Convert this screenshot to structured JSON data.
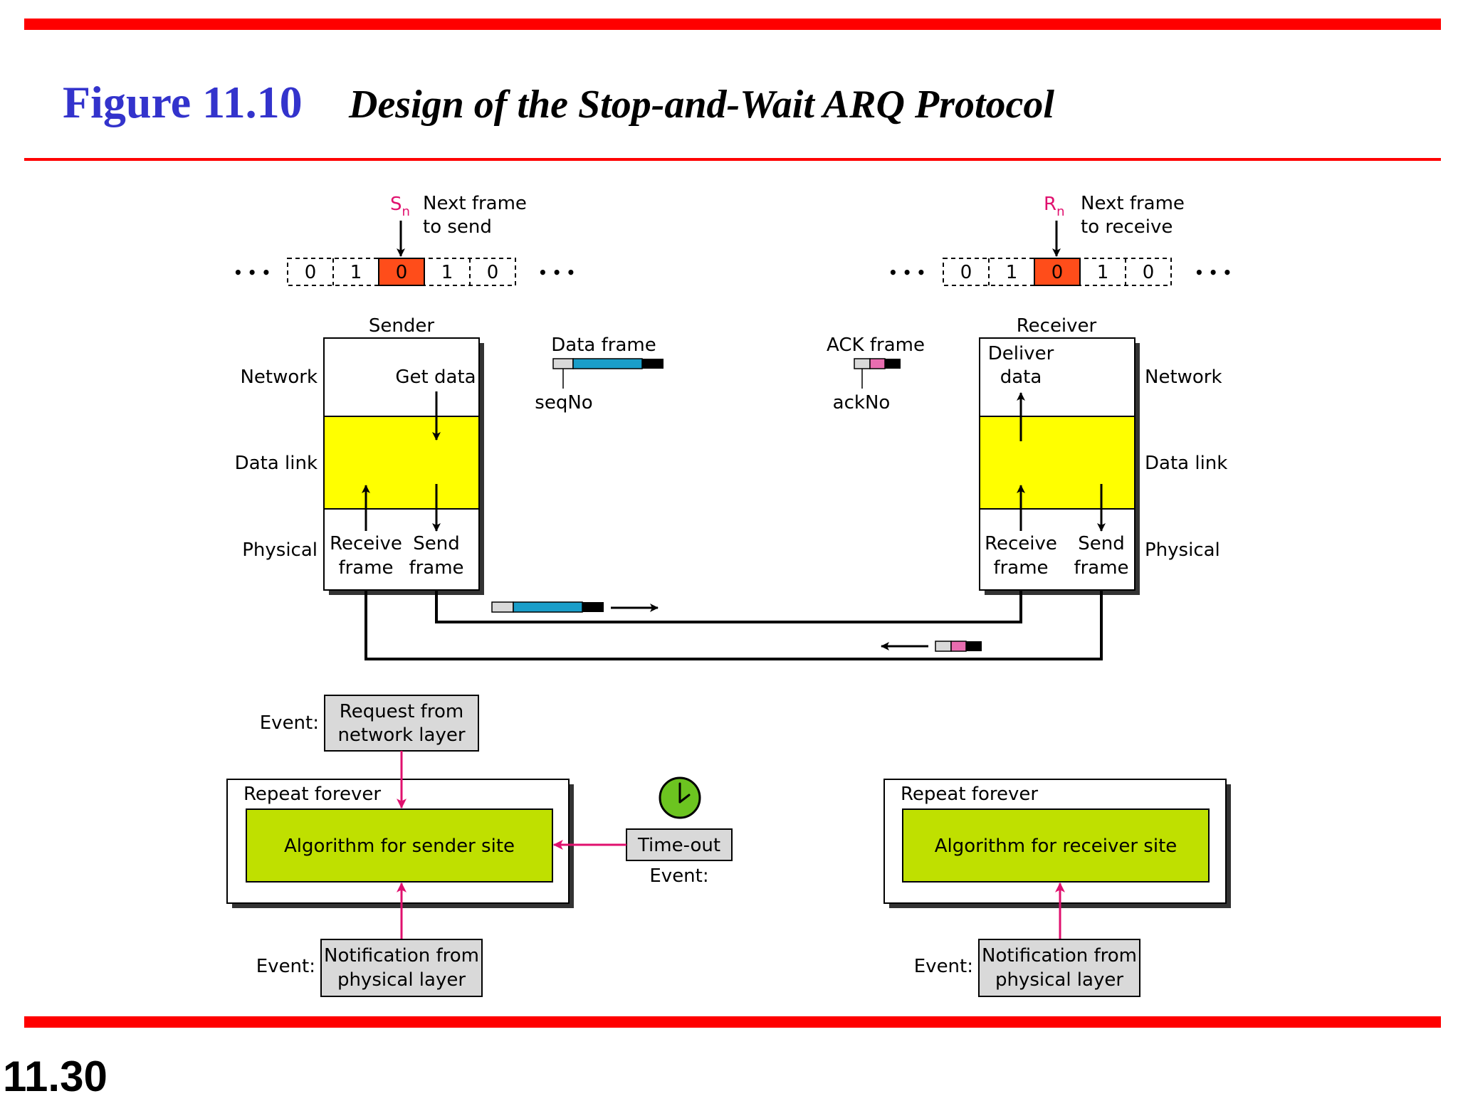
{
  "title": {
    "figure_number": "Figure 11.10",
    "caption": "Design of the Stop-and-Wait ARQ Protocol"
  },
  "slide_number": "11.30",
  "sender_window": {
    "pointer_label": "S",
    "pointer_subscript": "n",
    "note_line1": "Next frame",
    "note_line2": "to send",
    "cells": [
      "0",
      "1",
      "0",
      "1",
      "0"
    ],
    "current_index": 2,
    "ellipsis": "• • •"
  },
  "receiver_window": {
    "pointer_label": "R",
    "pointer_subscript": "n",
    "note_line1": "Next frame",
    "note_line2": "to receive",
    "cells": [
      "0",
      "1",
      "0",
      "1",
      "0"
    ],
    "current_index": 2,
    "ellipsis": "• • •"
  },
  "sender": {
    "title": "Sender",
    "get_data": "Get data",
    "receive_frame_1": "Receive",
    "receive_frame_2": "frame",
    "send_frame_1": "Send",
    "send_frame_2": "frame"
  },
  "receiver": {
    "title": "Receiver",
    "deliver_data_1": "Deliver",
    "deliver_data_2": "data",
    "receive_frame_1": "Receive",
    "receive_frame_2": "frame",
    "send_frame_1": "Send",
    "send_frame_2": "frame"
  },
  "layers": {
    "network": "Network",
    "data_link": "Data link",
    "physical": "Physical"
  },
  "data_frame": {
    "title": "Data frame",
    "field_label": "seqNo"
  },
  "ack_frame": {
    "title": "ACK frame",
    "field_label": "ackNo"
  },
  "sender_algorithm": {
    "event_label": "Event:",
    "request_event_1": "Request from",
    "request_event_2": "network layer",
    "repeat_label": "Repeat forever",
    "algorithm_label": "Algorithm for sender site",
    "notification_event_1": "Notification from",
    "notification_event_2": "physical layer",
    "timeout_label": "Time-out",
    "timeout_event_label": "Event:"
  },
  "receiver_algorithm": {
    "event_label": "Event:",
    "repeat_label": "Repeat forever",
    "algorithm_label": "Algorithm for receiver site",
    "notification_event_1": "Notification from",
    "notification_event_2": "physical layer"
  },
  "colors": {
    "rule_red": "#ff0000",
    "title_blue": "#3333cc",
    "current_cell": "#ff4d1a",
    "pointer_magenta": "#e0106e",
    "data_link_yellow": "#ffff00",
    "algorithm_green": "#bfe000",
    "event_gray": "#d9d9d9",
    "data_blue": "#1a9ec9",
    "ack_pink": "#e86db0",
    "clock_green": "#6cc420"
  },
  "icons": [
    "clock-icon",
    "arrow-down-icon",
    "arrow-up-icon",
    "arrow-right-icon",
    "arrow-left-icon"
  ]
}
